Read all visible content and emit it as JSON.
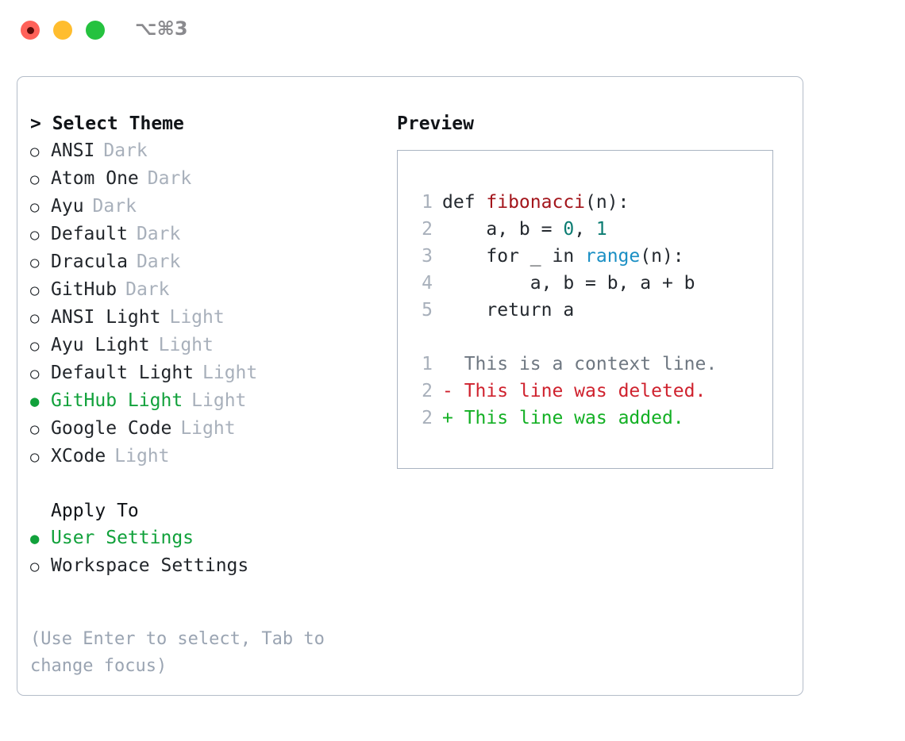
{
  "window": {
    "shortcut": "⌥⌘3",
    "traffic_lights": [
      {
        "name": "close",
        "color": "#ff6159"
      },
      {
        "name": "minimize",
        "color": "#ffbd2e"
      },
      {
        "name": "maximize",
        "color": "#25c23f"
      }
    ]
  },
  "theme_panel": {
    "heading": "> Select Theme",
    "marker_selected": "●",
    "marker_unselected": "○",
    "options": [
      {
        "label": "ANSI",
        "variant": "Dark",
        "selected": false
      },
      {
        "label": "Atom One",
        "variant": "Dark",
        "selected": false
      },
      {
        "label": "Ayu",
        "variant": "Dark",
        "selected": false
      },
      {
        "label": "Default",
        "variant": "Dark",
        "selected": false
      },
      {
        "label": "Dracula",
        "variant": "Dark",
        "selected": false
      },
      {
        "label": "GitHub",
        "variant": "Dark",
        "selected": false
      },
      {
        "label": "ANSI Light",
        "variant": "Light",
        "selected": false
      },
      {
        "label": "Ayu Light",
        "variant": "Light",
        "selected": false
      },
      {
        "label": "Default Light",
        "variant": "Light",
        "selected": false
      },
      {
        "label": "GitHub Light",
        "variant": "Light",
        "selected": true
      },
      {
        "label": "Google Code",
        "variant": "Light",
        "selected": false
      },
      {
        "label": "XCode",
        "variant": "Light",
        "selected": false
      }
    ]
  },
  "apply_to": {
    "heading": "Apply To",
    "options": [
      {
        "label": "User Settings",
        "selected": true
      },
      {
        "label": "Workspace Settings",
        "selected": false
      }
    ]
  },
  "hint": "(Use Enter to select, Tab to change focus)",
  "preview": {
    "title": "Preview",
    "code_lines": [
      {
        "num": "1",
        "segments": [
          {
            "text": "def ",
            "style": "plain"
          },
          {
            "text": "fibonacci",
            "style": "func"
          },
          {
            "text": "(n):",
            "style": "plain"
          }
        ]
      },
      {
        "num": "2",
        "segments": [
          {
            "text": "    a, b = ",
            "style": "plain"
          },
          {
            "text": "0",
            "style": "num"
          },
          {
            "text": ", ",
            "style": "plain"
          },
          {
            "text": "1",
            "style": "num"
          }
        ]
      },
      {
        "num": "3",
        "segments": [
          {
            "text": "    for _ in ",
            "style": "plain"
          },
          {
            "text": "range",
            "style": "call"
          },
          {
            "text": "(n):",
            "style": "plain"
          }
        ]
      },
      {
        "num": "4",
        "segments": [
          {
            "text": "        a, b = b, a + b",
            "style": "plain"
          }
        ]
      },
      {
        "num": "5",
        "segments": [
          {
            "text": "    return a",
            "style": "plain"
          }
        ]
      }
    ],
    "diff_lines": [
      {
        "num": "1",
        "sign": "  ",
        "text": "This is a context line.",
        "kind": "ctx"
      },
      {
        "num": "2",
        "sign": "- ",
        "text": "This line was deleted.",
        "kind": "del"
      },
      {
        "num": "2",
        "sign": "+ ",
        "text": "This line was added.",
        "kind": "add"
      }
    ]
  },
  "colors": {
    "accent_green": "#11a13b",
    "muted": "#a8b0bb",
    "hint": "#9aa4b2",
    "diff_add": "#13b024",
    "diff_del": "#cf222e",
    "diff_ctx": "#6e7781",
    "syntax_func": "#a3151b",
    "syntax_num": "#0b7c72",
    "syntax_call": "#1a8fc4",
    "border": "#b4bdc9"
  }
}
